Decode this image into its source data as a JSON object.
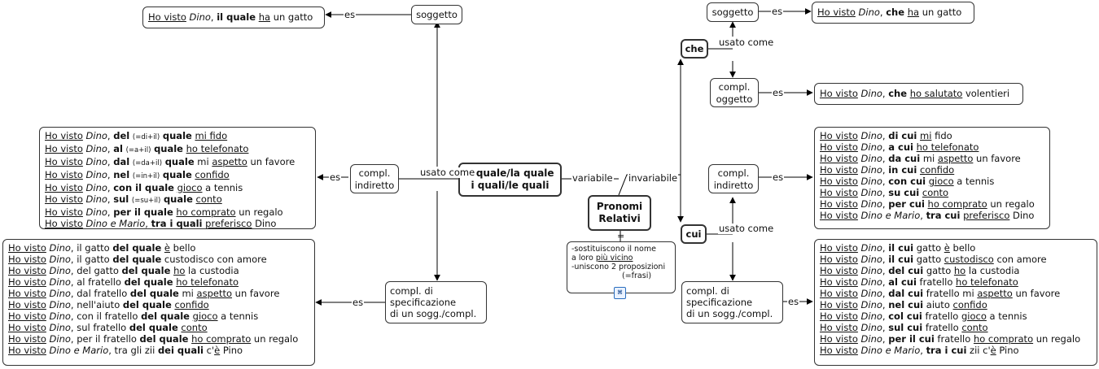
{
  "central": {
    "title_lines": [
      "Pronomi",
      "Relativi"
    ],
    "eq": "=",
    "notes": [
      "-sostituiscono il nome",
      " a loro ",
      "più vicino",
      "-uniscono 2 proposizioni",
      "(=frasi)"
    ]
  },
  "edges": {
    "variabile": "variabile",
    "invariabile": "invariabile",
    "usato": "usato",
    "come": "come",
    "es": "es"
  },
  "left": {
    "title_lines": [
      "il quale/la quale",
      "i quali/le quali"
    ],
    "soggetto": "soggetto",
    "compl_indiretto": [
      "compl.",
      "indiretto"
    ],
    "compl_spec": [
      "compl. di",
      "specificazione",
      "di un sogg./compl."
    ],
    "ex_soggetto": [
      [
        [
          "u",
          "Ho visto"
        ],
        [
          "t",
          " "
        ],
        [
          "i",
          "Dino"
        ],
        [
          "t",
          ", "
        ],
        [
          "b",
          "il quale"
        ],
        [
          "t",
          " "
        ],
        [
          "u",
          "ha"
        ],
        [
          "t",
          " un gatto"
        ]
      ]
    ],
    "ex_indiretto": [
      [
        [
          "u",
          "Ho visto"
        ],
        [
          "t",
          " "
        ],
        [
          "i",
          "Dino"
        ],
        [
          "t",
          ", "
        ],
        [
          "b",
          "del"
        ],
        [
          "t",
          " "
        ],
        [
          "s",
          "(=di+il)"
        ],
        [
          "t",
          " "
        ],
        [
          "b",
          "quale"
        ],
        [
          "t",
          " "
        ],
        [
          "u",
          "mi fido"
        ]
      ],
      [
        [
          "u",
          "Ho visto"
        ],
        [
          "t",
          " "
        ],
        [
          "i",
          "Dino"
        ],
        [
          "t",
          ", "
        ],
        [
          "b",
          "al"
        ],
        [
          "t",
          " "
        ],
        [
          "s",
          "(=a+il)"
        ],
        [
          "t",
          " "
        ],
        [
          "b",
          "quale"
        ],
        [
          "t",
          " "
        ],
        [
          "u",
          "ho telefonato"
        ]
      ],
      [
        [
          "u",
          "Ho visto"
        ],
        [
          "t",
          " "
        ],
        [
          "i",
          "Dino"
        ],
        [
          "t",
          ", "
        ],
        [
          "b",
          "dal"
        ],
        [
          "t",
          " "
        ],
        [
          "s",
          "(=da+il)"
        ],
        [
          "t",
          " "
        ],
        [
          "b",
          "quale"
        ],
        [
          "t",
          " mi "
        ],
        [
          "u",
          "aspetto"
        ],
        [
          "t",
          " un favore"
        ]
      ],
      [
        [
          "u",
          "Ho visto"
        ],
        [
          "t",
          " "
        ],
        [
          "i",
          "Dino"
        ],
        [
          "t",
          ", "
        ],
        [
          "b",
          "nel"
        ],
        [
          "t",
          " "
        ],
        [
          "s",
          "(=in+il)"
        ],
        [
          "t",
          " "
        ],
        [
          "b",
          "quale"
        ],
        [
          "t",
          " "
        ],
        [
          "u",
          "confido"
        ]
      ],
      [
        [
          "u",
          "Ho visto"
        ],
        [
          "t",
          " "
        ],
        [
          "i",
          "Dino"
        ],
        [
          "t",
          ", "
        ],
        [
          "b",
          "con il quale"
        ],
        [
          "t",
          " "
        ],
        [
          "u",
          "gioco"
        ],
        [
          "t",
          " a tennis"
        ]
      ],
      [
        [
          "u",
          "Ho visto"
        ],
        [
          "t",
          " "
        ],
        [
          "i",
          "Dino"
        ],
        [
          "t",
          ", "
        ],
        [
          "b",
          "sul"
        ],
        [
          "t",
          " "
        ],
        [
          "s",
          "(=su+il)"
        ],
        [
          "t",
          " "
        ],
        [
          "b",
          "quale"
        ],
        [
          "t",
          " "
        ],
        [
          "u",
          "conto"
        ]
      ],
      [
        [
          "u",
          "Ho visto"
        ],
        [
          "t",
          " "
        ],
        [
          "i",
          "Dino"
        ],
        [
          "t",
          ", "
        ],
        [
          "b",
          "per il quale"
        ],
        [
          "t",
          " "
        ],
        [
          "u",
          "ho comprato"
        ],
        [
          "t",
          " un regalo"
        ]
      ],
      [
        [
          "u",
          "Ho visto"
        ],
        [
          "t",
          " "
        ],
        [
          "i",
          "Dino e Mario"
        ],
        [
          "t",
          ", "
        ],
        [
          "b",
          "tra i quali"
        ],
        [
          "t",
          " "
        ],
        [
          "u",
          "preferisco"
        ],
        [
          "t",
          " Dino"
        ]
      ]
    ],
    "ex_spec": [
      [
        [
          "u",
          "Ho visto"
        ],
        [
          "t",
          " "
        ],
        [
          "i",
          "Dino"
        ],
        [
          "t",
          ", il gatto "
        ],
        [
          "b",
          "del quale"
        ],
        [
          "t",
          " "
        ],
        [
          "u",
          "è"
        ],
        [
          "t",
          " bello"
        ]
      ],
      [
        [
          "u",
          "Ho visto"
        ],
        [
          "t",
          " "
        ],
        [
          "i",
          "Dino"
        ],
        [
          "t",
          ", il gatto "
        ],
        [
          "b",
          "del quale"
        ],
        [
          "t",
          " custodisco con amore"
        ]
      ],
      [
        [
          "u",
          "Ho visto"
        ],
        [
          "t",
          " "
        ],
        [
          "i",
          "Dino"
        ],
        [
          "t",
          ", del gatto "
        ],
        [
          "b",
          "del quale"
        ],
        [
          "t",
          " "
        ],
        [
          "u",
          "ho"
        ],
        [
          "t",
          " la custodia"
        ]
      ],
      [
        [
          "u",
          "Ho visto"
        ],
        [
          "t",
          " "
        ],
        [
          "i",
          "Dino"
        ],
        [
          "t",
          ", al fratello "
        ],
        [
          "b",
          "del quale"
        ],
        [
          "t",
          " "
        ],
        [
          "u",
          "ho telefonato"
        ]
      ],
      [
        [
          "u",
          "Ho visto"
        ],
        [
          "t",
          " "
        ],
        [
          "i",
          "Dino"
        ],
        [
          "t",
          ", dal fratello "
        ],
        [
          "b",
          "del quale"
        ],
        [
          "t",
          " mi "
        ],
        [
          "u",
          "aspetto"
        ],
        [
          "t",
          " un favore"
        ]
      ],
      [
        [
          "u",
          "Ho visto"
        ],
        [
          "t",
          " "
        ],
        [
          "i",
          "Dino"
        ],
        [
          "t",
          ", nell'aiuto "
        ],
        [
          "b",
          "del quale"
        ],
        [
          "t",
          " "
        ],
        [
          "u",
          "confido"
        ]
      ],
      [
        [
          "u",
          "Ho visto"
        ],
        [
          "t",
          " "
        ],
        [
          "i",
          "Dino"
        ],
        [
          "t",
          ", con il fratello "
        ],
        [
          "b",
          "del quale"
        ],
        [
          "t",
          " "
        ],
        [
          "u",
          "gioco"
        ],
        [
          "t",
          " a tennis"
        ]
      ],
      [
        [
          "u",
          "Ho visto"
        ],
        [
          "t",
          " "
        ],
        [
          "i",
          "Dino"
        ],
        [
          "t",
          ", sul fratello "
        ],
        [
          "b",
          "del quale"
        ],
        [
          "t",
          " "
        ],
        [
          "u",
          "conto"
        ]
      ],
      [
        [
          "u",
          "Ho visto"
        ],
        [
          "t",
          " "
        ],
        [
          "i",
          "Dino"
        ],
        [
          "t",
          ", per il fratello "
        ],
        [
          "b",
          "del quale"
        ],
        [
          "t",
          " "
        ],
        [
          "u",
          "ho comprato"
        ],
        [
          "t",
          " un regalo"
        ]
      ],
      [
        [
          "u",
          "Ho visto"
        ],
        [
          "t",
          " "
        ],
        [
          "i",
          "Dino e Mario"
        ],
        [
          "t",
          ", tra gli zii "
        ],
        [
          "b",
          "dei quali"
        ],
        [
          "t",
          " c'"
        ],
        [
          "u",
          "è"
        ],
        [
          "t",
          " Pino"
        ]
      ]
    ]
  },
  "right": {
    "che": "che",
    "cui": "cui",
    "soggetto": "soggetto",
    "compl_oggetto": [
      "compl.",
      "oggetto"
    ],
    "compl_indiretto": [
      "compl.",
      "indiretto"
    ],
    "compl_spec": [
      "compl. di",
      "specificazione",
      "di un sogg./compl."
    ],
    "ex_soggetto": [
      [
        [
          "u",
          "Ho visto"
        ],
        [
          "t",
          " "
        ],
        [
          "i",
          "Dino"
        ],
        [
          "t",
          ", "
        ],
        [
          "b",
          "che"
        ],
        [
          "t",
          " "
        ],
        [
          "u",
          "ha"
        ],
        [
          "t",
          " un gatto"
        ]
      ]
    ],
    "ex_oggetto": [
      [
        [
          "u",
          "Ho visto"
        ],
        [
          "t",
          " "
        ],
        [
          "i",
          "Dino"
        ],
        [
          "t",
          ", "
        ],
        [
          "b",
          "che"
        ],
        [
          "t",
          " "
        ],
        [
          "u",
          "ho salutato"
        ],
        [
          "t",
          " volentieri"
        ]
      ]
    ],
    "ex_indiretto": [
      [
        [
          "u",
          "Ho visto"
        ],
        [
          "t",
          " "
        ],
        [
          "i",
          "Dino"
        ],
        [
          "t",
          ", "
        ],
        [
          "b",
          "di cui"
        ],
        [
          "t",
          " "
        ],
        [
          "u",
          "mi"
        ],
        [
          "t",
          " fido"
        ]
      ],
      [
        [
          "u",
          "Ho visto"
        ],
        [
          "t",
          " "
        ],
        [
          "i",
          "Dino"
        ],
        [
          "t",
          ", "
        ],
        [
          "b",
          "a cui"
        ],
        [
          "t",
          " "
        ],
        [
          "u",
          "ho telefonato"
        ]
      ],
      [
        [
          "u",
          "Ho visto"
        ],
        [
          "t",
          " "
        ],
        [
          "i",
          "Dino"
        ],
        [
          "t",
          ", "
        ],
        [
          "b",
          "da cui"
        ],
        [
          "t",
          " mi "
        ],
        [
          "u",
          "aspetto"
        ],
        [
          "t",
          " un favore"
        ]
      ],
      [
        [
          "u",
          "Ho visto"
        ],
        [
          "t",
          " "
        ],
        [
          "i",
          "Dino"
        ],
        [
          "t",
          ", "
        ],
        [
          "b",
          "in cui"
        ],
        [
          "t",
          " "
        ],
        [
          "u",
          "confido"
        ]
      ],
      [
        [
          "u",
          "Ho visto"
        ],
        [
          "t",
          " "
        ],
        [
          "i",
          "Dino"
        ],
        [
          "t",
          ", "
        ],
        [
          "b",
          "con cui"
        ],
        [
          "t",
          " "
        ],
        [
          "u",
          "gioco"
        ],
        [
          "t",
          " a tennis"
        ]
      ],
      [
        [
          "u",
          "Ho visto"
        ],
        [
          "t",
          " "
        ],
        [
          "i",
          "Dino"
        ],
        [
          "t",
          ", "
        ],
        [
          "b",
          "su cui"
        ],
        [
          "t",
          " "
        ],
        [
          "u",
          "conto"
        ]
      ],
      [
        [
          "u",
          "Ho visto"
        ],
        [
          "t",
          " "
        ],
        [
          "i",
          "Dino"
        ],
        [
          "t",
          ", "
        ],
        [
          "b",
          "per cui"
        ],
        [
          "t",
          " "
        ],
        [
          "u",
          "ho comprato"
        ],
        [
          "t",
          " un regalo"
        ]
      ],
      [
        [
          "u",
          "Ho visto"
        ],
        [
          "t",
          " "
        ],
        [
          "i",
          "Dino e Mario"
        ],
        [
          "t",
          ", "
        ],
        [
          "b",
          "tra cui"
        ],
        [
          "t",
          " "
        ],
        [
          "u",
          "preferisco"
        ],
        [
          "t",
          " Dino"
        ]
      ]
    ],
    "ex_spec": [
      [
        [
          "u",
          "Ho visto"
        ],
        [
          "t",
          " "
        ],
        [
          "i",
          "Dino"
        ],
        [
          "t",
          ", "
        ],
        [
          "b",
          "il cui"
        ],
        [
          "t",
          " gatto "
        ],
        [
          "u",
          "è"
        ],
        [
          "t",
          " bello"
        ]
      ],
      [
        [
          "u",
          "Ho visto"
        ],
        [
          "t",
          " "
        ],
        [
          "i",
          "Dino"
        ],
        [
          "t",
          ", "
        ],
        [
          "b",
          "il cui"
        ],
        [
          "t",
          " gatto "
        ],
        [
          "u",
          "custodisco"
        ],
        [
          "t",
          " con amore"
        ]
      ],
      [
        [
          "u",
          "Ho visto"
        ],
        [
          "t",
          " "
        ],
        [
          "i",
          "Dino"
        ],
        [
          "t",
          ", "
        ],
        [
          "b",
          "del cui"
        ],
        [
          "t",
          " gatto "
        ],
        [
          "u",
          "ho"
        ],
        [
          "t",
          " la custodia"
        ]
      ],
      [
        [
          "u",
          "Ho visto"
        ],
        [
          "t",
          " "
        ],
        [
          "i",
          "Dino"
        ],
        [
          "t",
          ", "
        ],
        [
          "b",
          "al cui"
        ],
        [
          "t",
          " fratello "
        ],
        [
          "u",
          "ho telefonato"
        ]
      ],
      [
        [
          "u",
          "Ho visto"
        ],
        [
          "t",
          " "
        ],
        [
          "i",
          "Dino"
        ],
        [
          "t",
          ", "
        ],
        [
          "b",
          "dal cui"
        ],
        [
          "t",
          " fratello mi "
        ],
        [
          "u",
          "aspetto"
        ],
        [
          "t",
          " un favore"
        ]
      ],
      [
        [
          "u",
          "Ho visto"
        ],
        [
          "t",
          " "
        ],
        [
          "i",
          "Dino"
        ],
        [
          "t",
          ", "
        ],
        [
          "b",
          "nel cui"
        ],
        [
          "t",
          " aiuto "
        ],
        [
          "u",
          "confido"
        ]
      ],
      [
        [
          "u",
          "Ho visto"
        ],
        [
          "t",
          " "
        ],
        [
          "i",
          "Dino"
        ],
        [
          "t",
          ", "
        ],
        [
          "b",
          "col cui"
        ],
        [
          "t",
          " fratello "
        ],
        [
          "u",
          "gioco"
        ],
        [
          "t",
          " a tennis"
        ]
      ],
      [
        [
          "u",
          "Ho visto"
        ],
        [
          "t",
          " "
        ],
        [
          "i",
          "Dino"
        ],
        [
          "t",
          ", "
        ],
        [
          "b",
          "sul cui"
        ],
        [
          "t",
          " fratello "
        ],
        [
          "u",
          "conto"
        ]
      ],
      [
        [
          "u",
          "Ho visto"
        ],
        [
          "t",
          " "
        ],
        [
          "i",
          "Dino"
        ],
        [
          "t",
          ", "
        ],
        [
          "b",
          "per il cui"
        ],
        [
          "t",
          " fratello "
        ],
        [
          "u",
          "ho comprato"
        ],
        [
          "t",
          " un regalo"
        ]
      ],
      [
        [
          "u",
          "Ho visto"
        ],
        [
          "t",
          " "
        ],
        [
          "i",
          "Dino e Mario"
        ],
        [
          "t",
          ", "
        ],
        [
          "b",
          "tra i cui"
        ],
        [
          "t",
          " zii c'"
        ],
        [
          "u",
          "è"
        ],
        [
          "t",
          " Pino"
        ]
      ]
    ]
  },
  "icons": {
    "attachment": "attachment-icon"
  }
}
